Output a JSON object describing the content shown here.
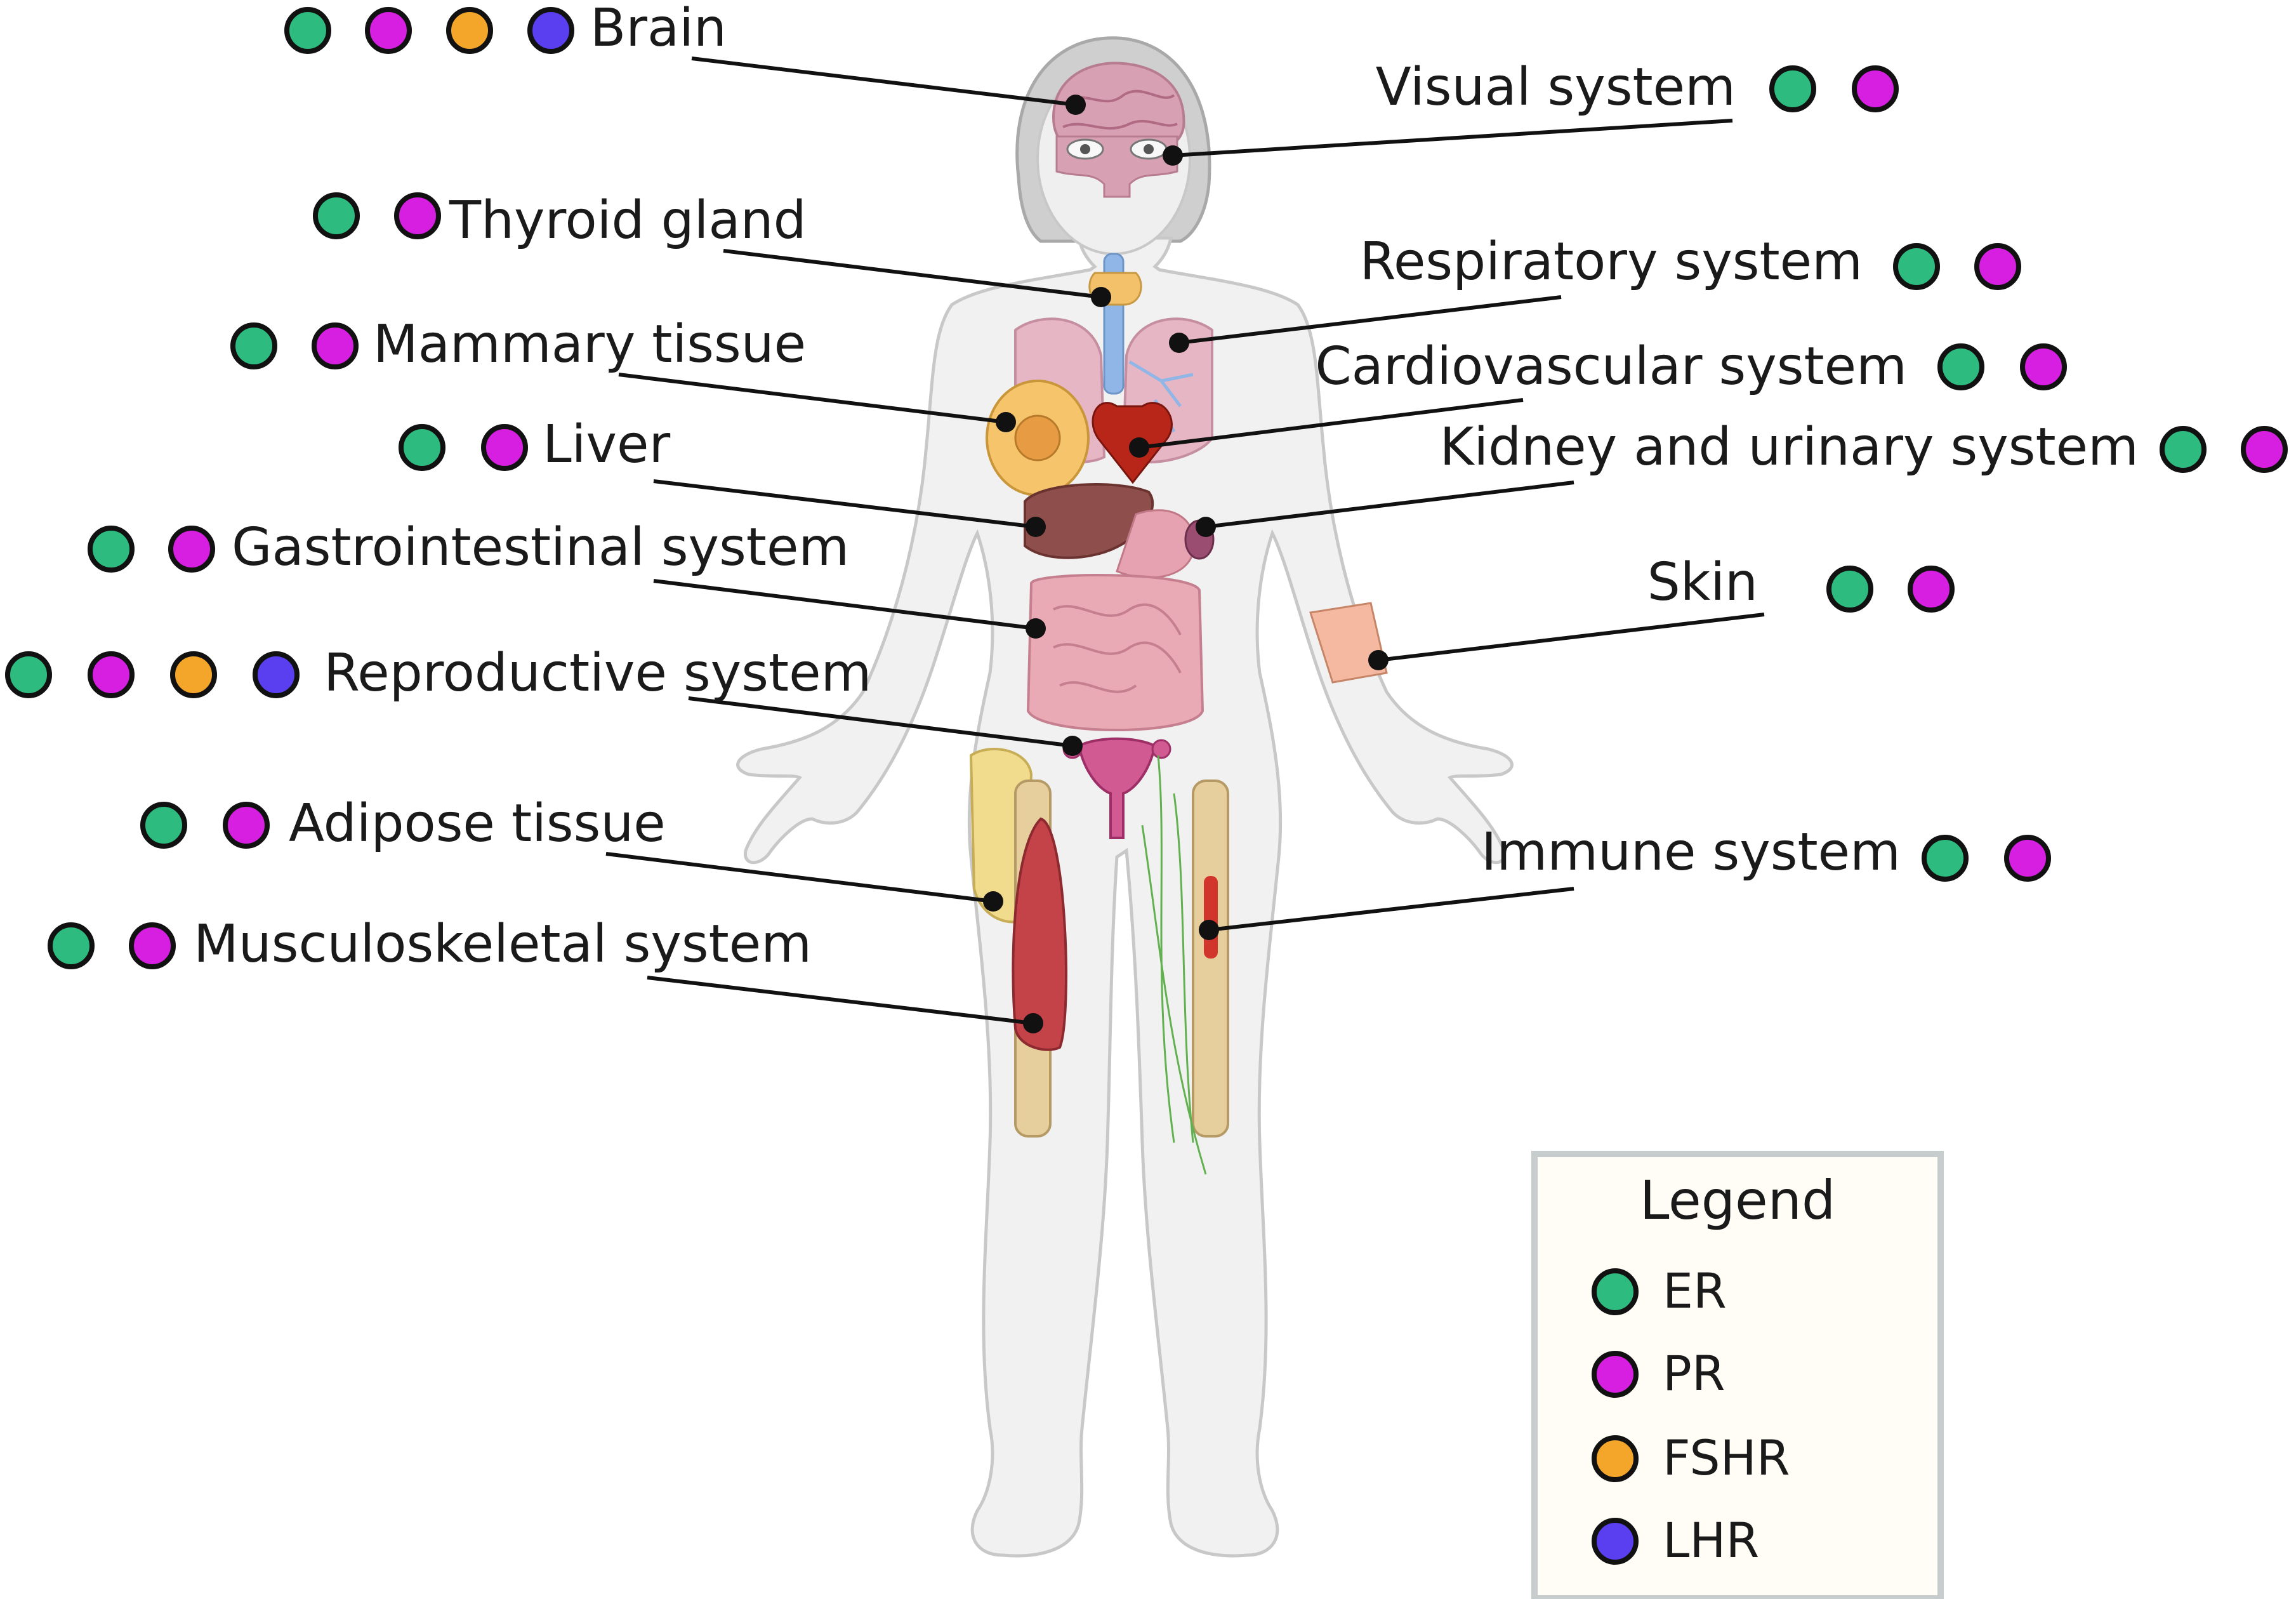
{
  "colors": {
    "ER": "#2dbb7f",
    "PR": "#d61fe0",
    "FSHR": "#f4a62a",
    "LHR": "#5a3ff0"
  },
  "labels": [
    {
      "id": "brain",
      "text": "Brain",
      "receptors": [
        "ER",
        "PR",
        "FSHR",
        "LHR"
      ]
    },
    {
      "id": "visual-system",
      "text": "Visual system",
      "receptors": [
        "ER",
        "PR"
      ]
    },
    {
      "id": "thyroid-gland",
      "text": "Thyroid gland",
      "receptors": [
        "ER",
        "PR"
      ]
    },
    {
      "id": "respiratory-system",
      "text": "Respiratory system",
      "receptors": [
        "ER",
        "PR"
      ]
    },
    {
      "id": "mammary-tissue",
      "text": "Mammary tissue",
      "receptors": [
        "ER",
        "PR"
      ]
    },
    {
      "id": "cardiovascular-system",
      "text": "Cardiovascular system",
      "receptors": [
        "ER",
        "PR"
      ]
    },
    {
      "id": "liver",
      "text": "Liver",
      "receptors": [
        "ER",
        "PR"
      ]
    },
    {
      "id": "kidney-urinary-system",
      "text": "Kidney and urinary system",
      "receptors": [
        "ER",
        "PR"
      ]
    },
    {
      "id": "gastrointestinal-system",
      "text": "Gastrointestinal system",
      "receptors": [
        "ER",
        "PR"
      ]
    },
    {
      "id": "skin",
      "text": "Skin",
      "receptors": [
        "ER",
        "PR"
      ]
    },
    {
      "id": "reproductive-system",
      "text": "Reproductive system",
      "receptors": [
        "ER",
        "PR",
        "FSHR",
        "LHR"
      ]
    },
    {
      "id": "adipose-tissue",
      "text": "Adipose tissue",
      "receptors": [
        "ER",
        "PR"
      ]
    },
    {
      "id": "immune-system",
      "text": "Immune system",
      "receptors": [
        "ER",
        "PR"
      ]
    },
    {
      "id": "musculoskeletal-system",
      "text": "Musculoskeletal system",
      "receptors": [
        "ER",
        "PR"
      ]
    }
  ],
  "legend": {
    "title": "Legend",
    "items": [
      {
        "key": "ER",
        "label": "ER"
      },
      {
        "key": "PR",
        "label": "PR"
      },
      {
        "key": "FSHR",
        "label": "FSHR"
      },
      {
        "key": "LHR",
        "label": "LHR"
      }
    ]
  }
}
